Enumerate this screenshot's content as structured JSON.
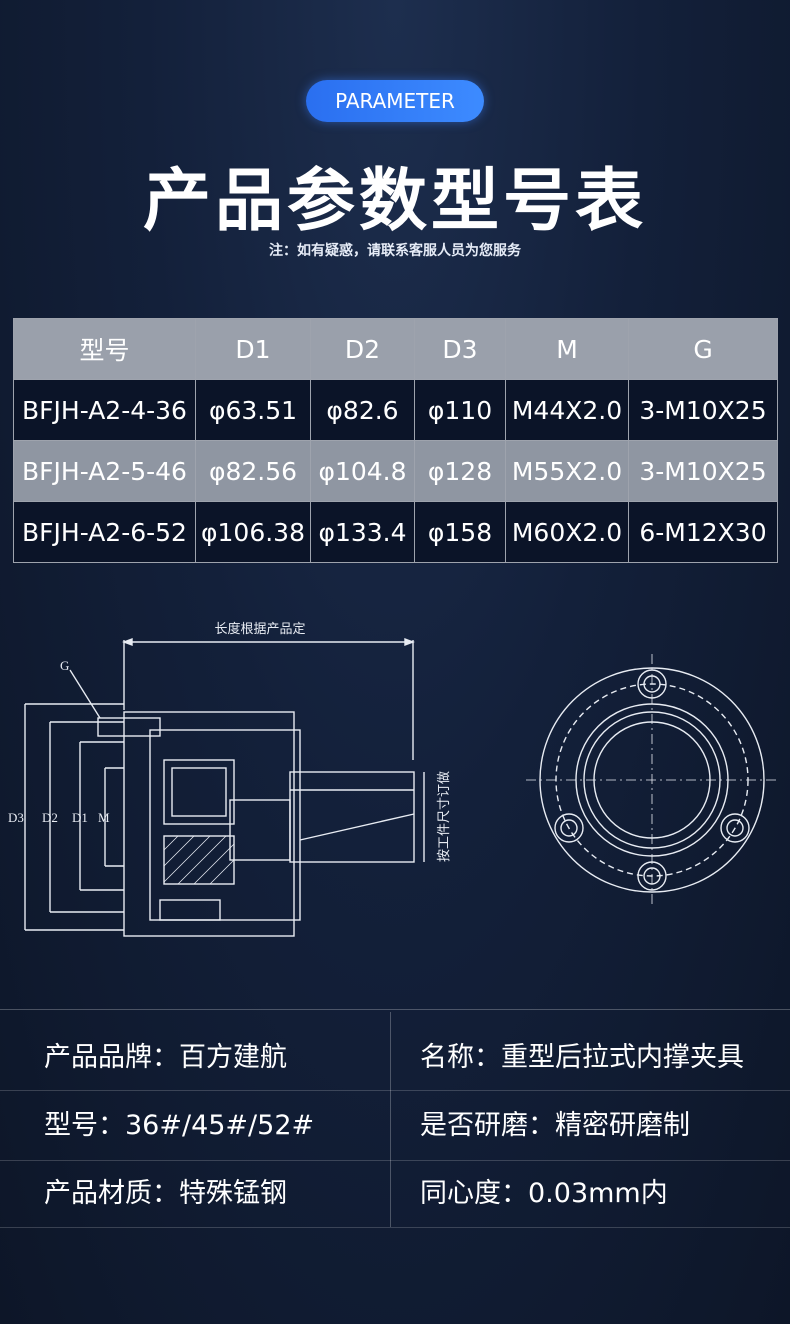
{
  "header": {
    "badge": "PARAMETER",
    "title": "产品参数型号表",
    "note": "注：如有疑惑，请联系客服人员为您服务"
  },
  "spec_table": {
    "columns": [
      "型号",
      "D1",
      "D2",
      "D3",
      "M",
      "G"
    ],
    "rows": [
      [
        "BFJH-A2-4-36",
        "φ63.51",
        "φ82.6",
        "φ110",
        "M44X2.0",
        "3-M10X25"
      ],
      [
        "BFJH-A2-5-46",
        "φ82.56",
        "φ104.8",
        "φ128",
        "M55X2.0",
        "3-M10X25"
      ],
      [
        "BFJH-A2-6-52",
        "φ106.38",
        "φ133.4",
        "φ158",
        "M60X2.0",
        "6-M12X30"
      ]
    ]
  },
  "drawing": {
    "length_label": "长度根据产品定",
    "g_label": "G",
    "d3_label": "D3",
    "d2_label": "D2",
    "d1_label": "D1",
    "m_label": "M",
    "side_label": "按工件尺寸订做"
  },
  "properties": [
    {
      "left": "产品品牌：百方建航",
      "right": "名称：重型后拉式内撑夹具"
    },
    {
      "left": "型号：36#/45#/52#",
      "right": "是否研磨：精密研磨制"
    },
    {
      "left": "产品材质：特殊锰钢",
      "right": "同心度：0.03mm内"
    }
  ]
}
